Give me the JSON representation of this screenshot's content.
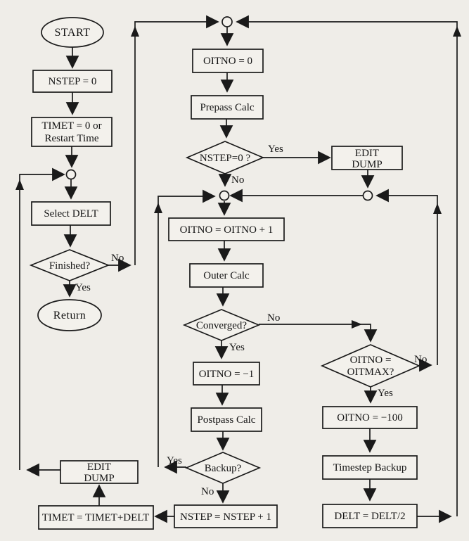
{
  "title": "Timestep iteration flowchart",
  "colors": {
    "background": "#efede8",
    "line": "#1a1a1a",
    "node_fill": "#f3f1ec",
    "text": "#141414"
  },
  "nodes": {
    "start": {
      "label": "START"
    },
    "nstep_init": {
      "label": "NSTEP = 0"
    },
    "timet_init": {
      "line1": "TIMET = 0 or",
      "line2": "Restart Time"
    },
    "select_delt": {
      "label": "Select DELT"
    },
    "finished": {
      "label": "Finished?"
    },
    "return": {
      "label": "Return"
    },
    "oitno_init": {
      "label": "OITNO = 0"
    },
    "prepass_calc": {
      "label": "Prepass Calc"
    },
    "nstep_check": {
      "label": "NSTEP=0 ?"
    },
    "edit_dump_top": {
      "line1": "EDIT",
      "line2": "DUMP"
    },
    "oitno_increment": {
      "label": "OITNO = OITNO + 1"
    },
    "outer_calc": {
      "label": "Outer Calc"
    },
    "converged": {
      "label": "Converged?"
    },
    "oitno_neg1": {
      "label": "OITNO = −1"
    },
    "postpass_calc": {
      "label": "Postpass Calc"
    },
    "backup": {
      "label": "Backup?"
    },
    "nstep_increment": {
      "label": "NSTEP = NSTEP + 1"
    },
    "oitmax_check": {
      "line1": "OITNO =",
      "line2": "OITMAX?"
    },
    "oitno_neg100": {
      "label": "OITNO = −100"
    },
    "timestep_backup": {
      "label": "Timestep Backup"
    },
    "delt_half": {
      "label": "DELT = DELT/2"
    },
    "edit_dump_bottom": {
      "line1": "EDIT",
      "line2": "DUMP"
    },
    "timet_update": {
      "label": "TIMET = TIMET+DELT"
    }
  },
  "edge_labels": {
    "finished_no": "No",
    "finished_yes": "Yes",
    "nstep_check_yes": "Yes",
    "nstep_check_no": "No",
    "converged_no": "No",
    "converged_yes": "Yes",
    "backup_yes": "Yes",
    "backup_no": "No",
    "oitmax_no": "No",
    "oitmax_yes": "Yes"
  }
}
